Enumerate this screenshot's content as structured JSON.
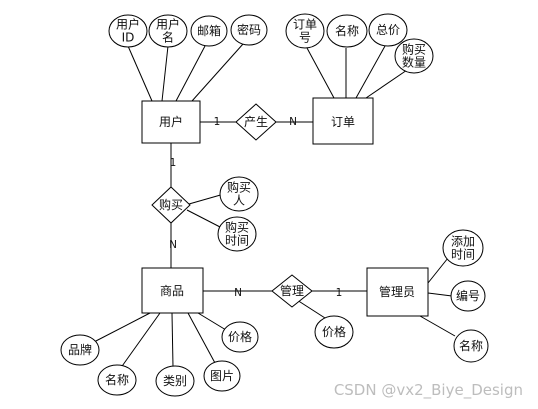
{
  "entities": {
    "user": "用户",
    "order": "订单",
    "product": "商品",
    "admin": "管理员"
  },
  "relationships": {
    "produce": "产生",
    "purchase": "购买",
    "manage": "管理"
  },
  "cardinalities": {
    "user_produce": "1",
    "produce_order": "N",
    "user_purchase": "1",
    "purchase_product": "N",
    "product_manage": "N",
    "manage_admin": "1"
  },
  "attributes": {
    "user_id": [
      "用户",
      "ID"
    ],
    "user_name": [
      "用户",
      "名"
    ],
    "user_email": [
      "邮箱"
    ],
    "user_password": [
      "密码"
    ],
    "order_no": [
      "订单",
      "号"
    ],
    "order_name": [
      "名称"
    ],
    "order_total": [
      "总价"
    ],
    "order_qty": [
      "购买",
      "数量"
    ],
    "purchase_person": [
      "购买",
      "人"
    ],
    "purchase_time": [
      "购买",
      "时间"
    ],
    "product_brand": [
      "品牌"
    ],
    "product_name": [
      "名称"
    ],
    "product_category": [
      "类别"
    ],
    "product_image": [
      "图片"
    ],
    "product_price": [
      "价格"
    ],
    "manage_price": [
      "价格"
    ],
    "admin_added_time": [
      "添加",
      "时间"
    ],
    "admin_number": [
      "编号"
    ],
    "admin_name": [
      "名称"
    ]
  },
  "watermark": "CSDN @vx2_Biye_Design"
}
